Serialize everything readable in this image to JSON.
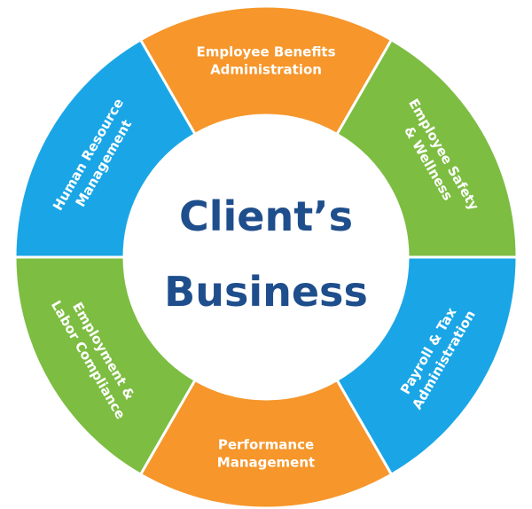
{
  "center": {
    "line1": "Client’s",
    "line2": "Business"
  },
  "colors": {
    "orange": "#f6962b",
    "green": "#7dbd42",
    "blue": "#1aa6e6",
    "outline": "#ffffff",
    "center_text": "#1f4e8c"
  },
  "segments": [
    {
      "id": "top",
      "color": "orange",
      "lines": [
        "Employee Benefits",
        "Administration"
      ]
    },
    {
      "id": "upper-right",
      "color": "green",
      "lines": [
        "Employee Safety",
        "& Wellness"
      ]
    },
    {
      "id": "lower-right",
      "color": "blue",
      "lines": [
        "Payroll & Tax",
        "Administration"
      ]
    },
    {
      "id": "bottom",
      "color": "orange",
      "lines": [
        "Performance",
        "Management"
      ]
    },
    {
      "id": "lower-left",
      "color": "green",
      "lines": [
        "Employment &",
        "Labor Compliance"
      ]
    },
    {
      "id": "upper-left",
      "color": "blue",
      "lines": [
        "Human Resource",
        "Management"
      ]
    }
  ]
}
